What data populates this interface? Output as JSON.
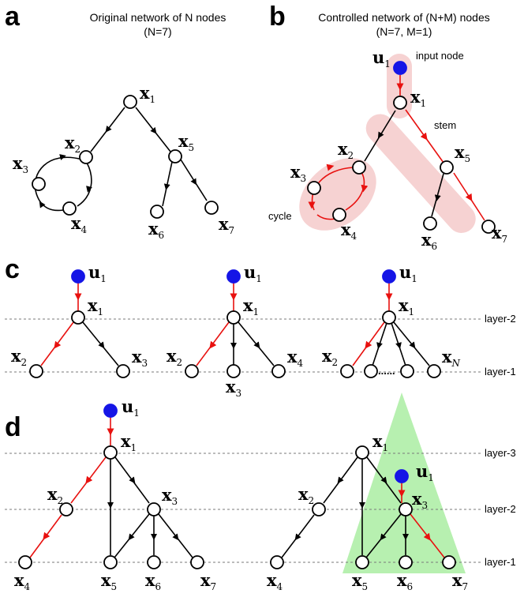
{
  "colors": {
    "black": "#000000",
    "red": "#e8110f",
    "blue": "#1515e6",
    "pink": "#f6d2d2",
    "green": "#b7f0b0",
    "dash": "#7a7a7a"
  },
  "panels": {
    "a": {
      "letter": "a",
      "caption": "Original network of N nodes",
      "subcaption": "(N=7)"
    },
    "b": {
      "letter": "b",
      "caption": "Controlled network of (N+M) nodes",
      "subcaption": "(N=7, M=1)",
      "annotations": {
        "input": "input node",
        "stem": "stem",
        "cycle": "cycle"
      }
    },
    "c": {
      "letter": "c",
      "ellipsis": "......",
      "subscript_N": "N"
    },
    "d": {
      "letter": "d"
    }
  },
  "layers": {
    "l1": "layer-1",
    "l2": "layer-2",
    "l3": "layer-3"
  },
  "labels": {
    "x": "x",
    "u": "u",
    "s1": "1",
    "s2": "2",
    "s3": "3",
    "s4": "4",
    "s5": "5",
    "s6": "6",
    "s7": "7"
  }
}
